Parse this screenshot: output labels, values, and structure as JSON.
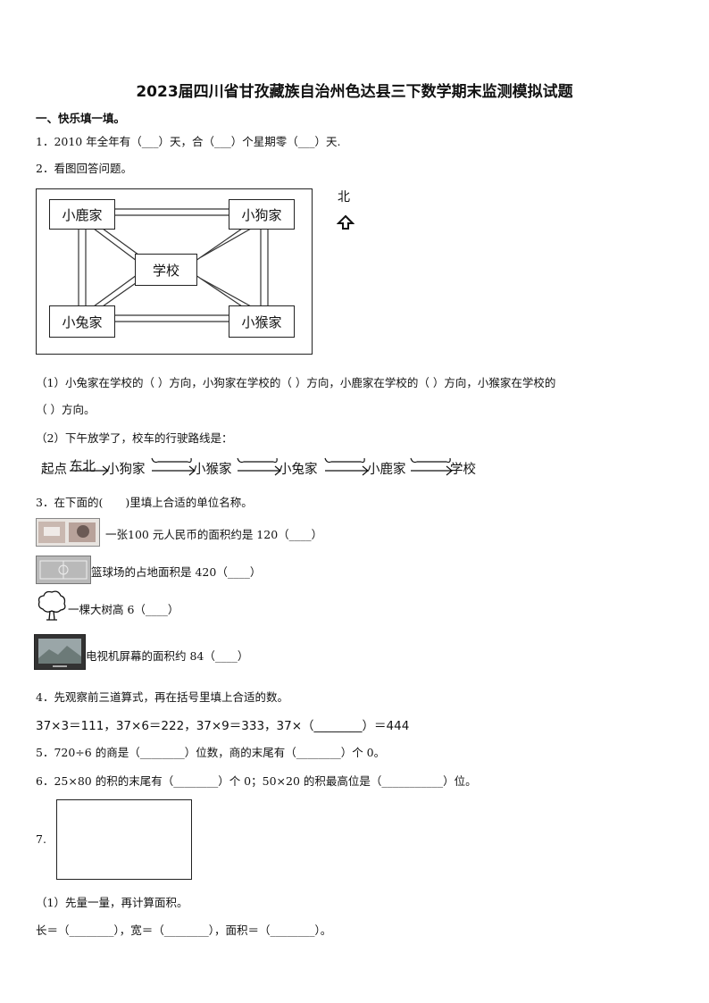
{
  "title": "2023届四川省甘孜藏族自治州色达县三下数学期末监测模拟试题",
  "section1": "一、快乐填一填。",
  "q1": "1．2010 年全年有（___）天，合（___）个星期零（___）天.",
  "q2": "2．看图回答问题。",
  "map": {
    "north_label": "北",
    "north_icon": "up-arrow-icon",
    "houses": {
      "deer": "小鹿家",
      "dog": "小狗家",
      "school": "学校",
      "rabbit": "小兔家",
      "monkey": "小猴家"
    }
  },
  "q2_1_line1": "（1）小兔家在学校的（ ）方向，小狗家在学校的（ ）方向，小鹿家在学校的（ ）方向，小猴家在学校的",
  "q2_1_line2": "（ ）方向。",
  "q2_2": "（2）下午放学了，校车的行驶路线是：",
  "route": {
    "start": "起点",
    "dir1": "东北",
    "stop1": "小狗家",
    "stop2": "小猴家",
    "stop3": "小兔家",
    "stop4": "小鹿家",
    "end": "学校"
  },
  "q3": "3．在下面的(　　)里填上合适的单位名称。",
  "q3_items": [
    "一张100 元人民币的面积约是 120（____）",
    "篮球场的占地面积是 420（____）",
    "一棵大树高 6（____）",
    "电视机屏幕的面积约 84（____）"
  ],
  "q4": "4．先观察前三道算式，再在括号里填上合适的数。",
  "q4_expr": "37×3＝111，37×6＝222，37×9＝333，37×（________）＝444",
  "q5": "5．720÷6 的商是（________）位数，商的末尾有（________）个 0。",
  "q6": "6．25×80 的积的末尾有（________）个 0；50×20 的积最高位是（___________）位。",
  "q7_num": "7.",
  "q7_1": "（1）先量一量，再计算面积。",
  "q7_fill": "长＝（________），宽＝（________），面积＝（________）。"
}
